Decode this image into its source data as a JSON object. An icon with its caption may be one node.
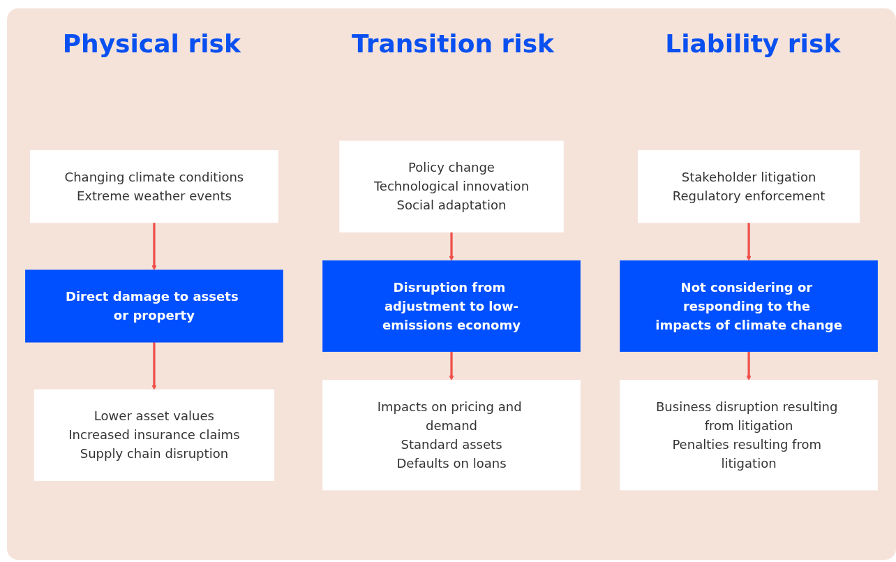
{
  "diagram": {
    "nodes": [
      {
        "text": [
          "Changing climate conditions",
          "Extreme weather events"
        ]
      },
      {
        "text": [
          "Direct damage to assets or property"
        ]
      },
      {
        "text": [
          "Lower asset values",
          "Increased insurance claims",
          "Supply chain disruption"
        ]
      },
      {
        "text": [
          "Policy change",
          "Technological innovation",
          "Social adaptation"
        ]
      },
      {
        "text": [
          "Disruption from adjustment to low-emissions economy"
        ]
      },
      {
        "text": [
          "Impacts on pricing and demand",
          "Standard assets",
          "Defaults on loans"
        ]
      },
      {
        "text": [
          "Stakeholder litigation",
          "Regulatory enforcement"
        ]
      },
      {
        "text": [
          "Not considering or responding to the impacts of climate change"
        ]
      },
      {
        "text": [
          "Business disruption resulting from litigation",
          "Penalties resulting from litigation"
        ]
      }
    ],
    "edges": [
      {
        "from": 0,
        "to": 1,
        "arrow": "to"
      },
      {
        "from": 1,
        "to": 2,
        "arrow": "to"
      },
      {
        "from": 3,
        "to": 4,
        "arrow": "to"
      },
      {
        "from": 4,
        "to": 5,
        "arrow": "to"
      },
      {
        "from": 6,
        "to": 7,
        "arrow": "to"
      },
      {
        "from": 7,
        "to": 8,
        "arrow": "to"
      }
    ],
    "labels": [
      "Physical risk",
      "Transition risk",
      "Liability risk"
    ]
  }
}
